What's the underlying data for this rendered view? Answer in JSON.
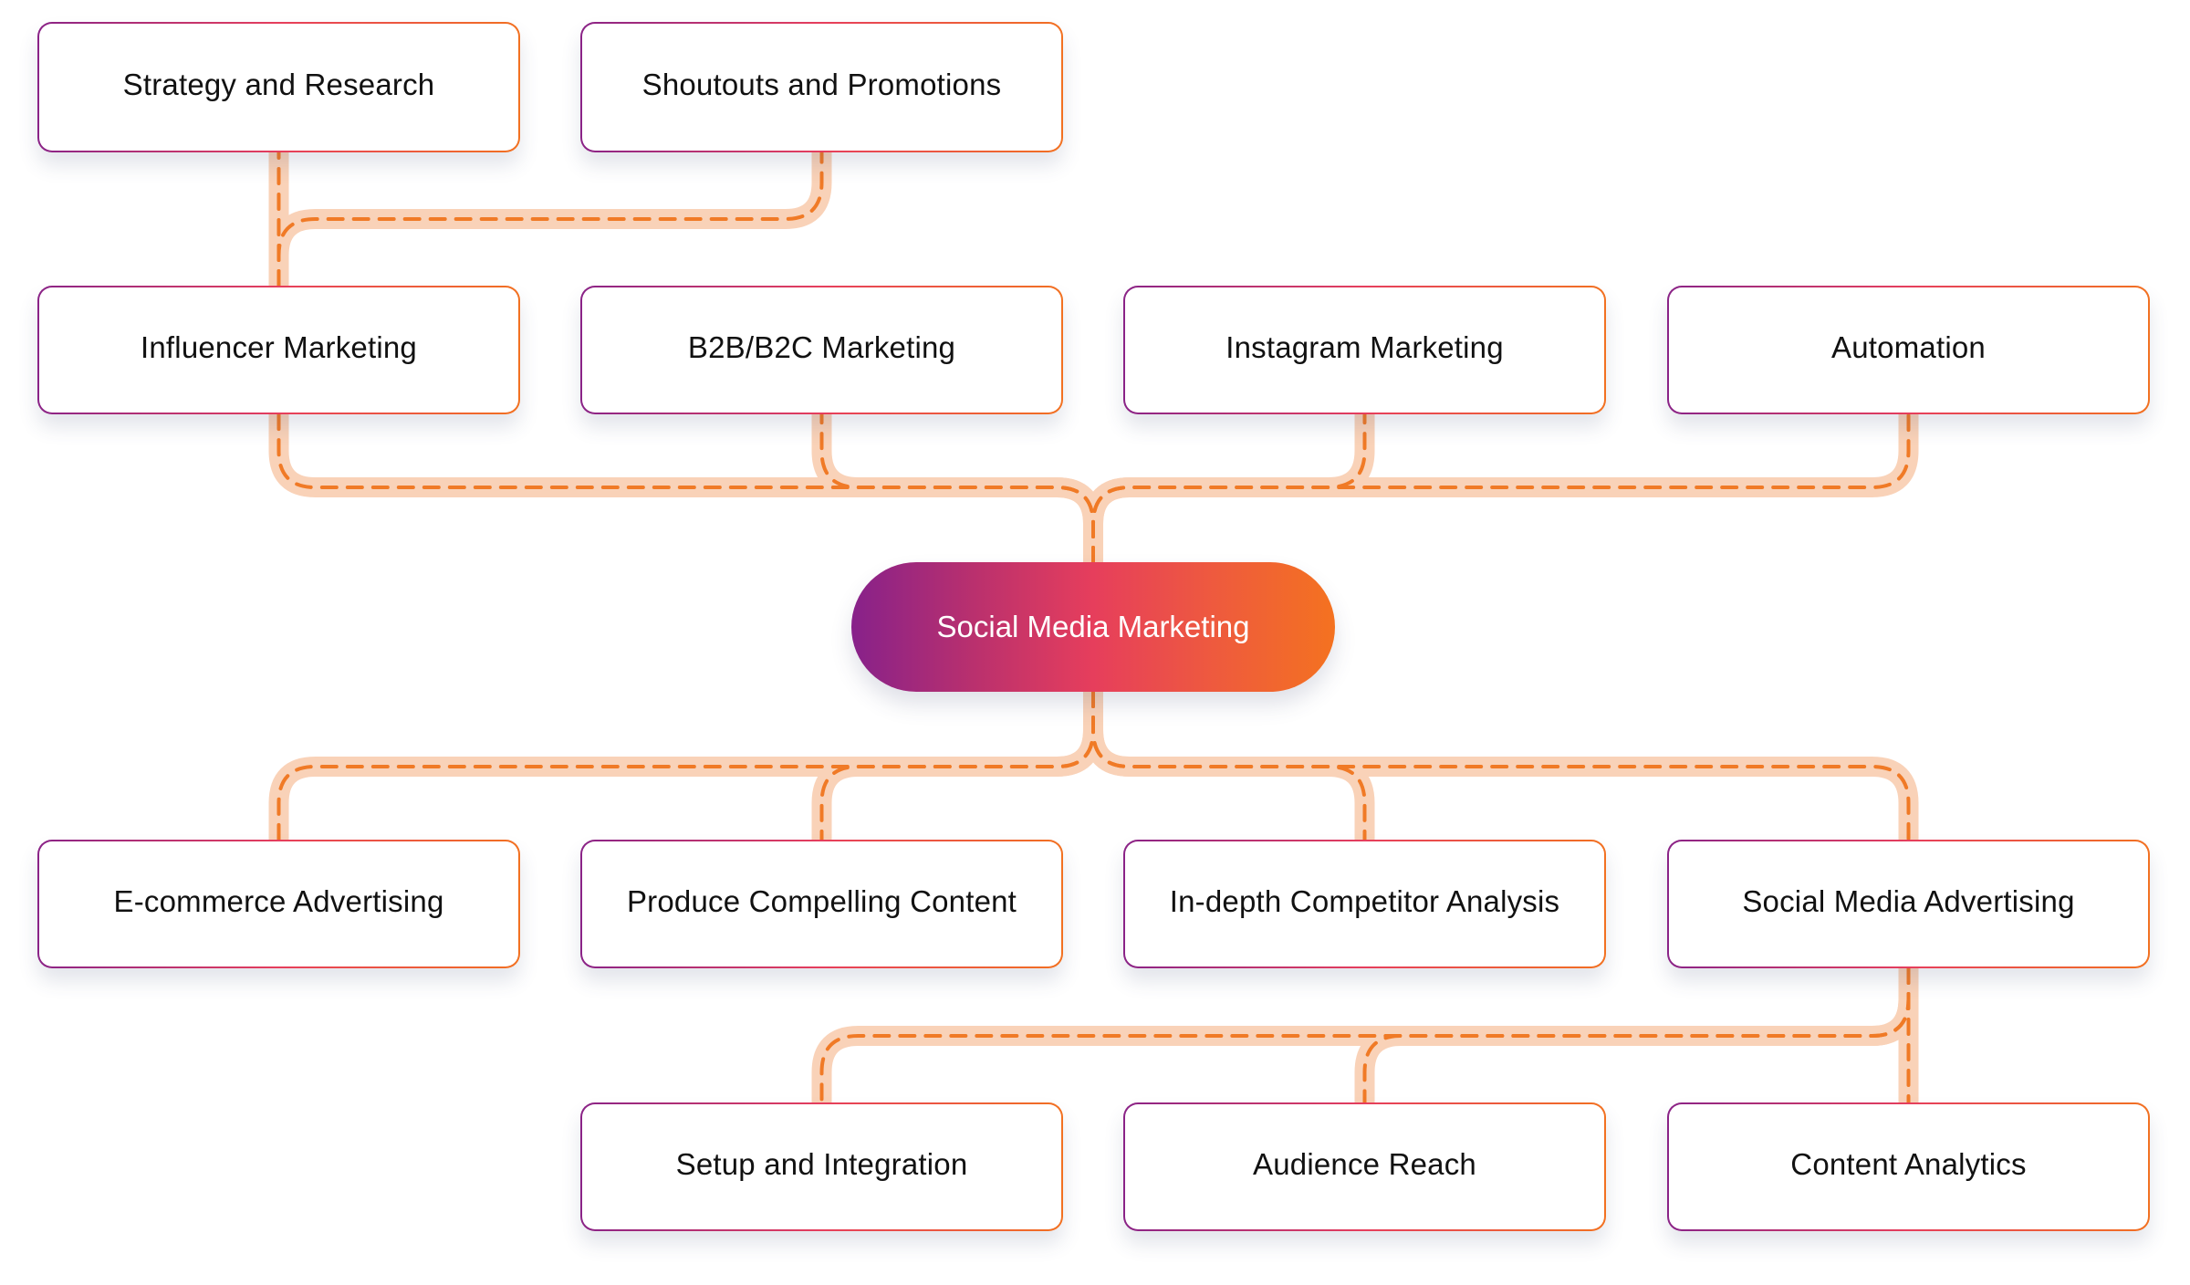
{
  "diagram": {
    "title": "Social Media Marketing mind map",
    "center": {
      "id": "center",
      "label": "Social Media Marketing"
    },
    "nodes": [
      {
        "id": "strategy",
        "label": "Strategy and Research"
      },
      {
        "id": "shoutouts",
        "label": "Shoutouts and Promotions"
      },
      {
        "id": "influencer",
        "label": "Influencer Marketing"
      },
      {
        "id": "b2b",
        "label": "B2B/B2C Marketing"
      },
      {
        "id": "instagram",
        "label": "Instagram Marketing"
      },
      {
        "id": "automation",
        "label": "Automation"
      },
      {
        "id": "ecommerce",
        "label": "E-commerce Advertising"
      },
      {
        "id": "content",
        "label": "Produce Compelling Content"
      },
      {
        "id": "competitor",
        "label": "In-depth Competitor Analysis"
      },
      {
        "id": "sma",
        "label": "Social Media Advertising"
      },
      {
        "id": "setup",
        "label": "Setup and Integration"
      },
      {
        "id": "reach",
        "label": "Audience Reach"
      },
      {
        "id": "analytics",
        "label": "Content Analytics"
      }
    ],
    "edges": [
      {
        "from": "center",
        "to": "influencer"
      },
      {
        "from": "center",
        "to": "b2b"
      },
      {
        "from": "center",
        "to": "instagram"
      },
      {
        "from": "center",
        "to": "automation"
      },
      {
        "from": "center",
        "to": "ecommerce"
      },
      {
        "from": "center",
        "to": "content"
      },
      {
        "from": "center",
        "to": "competitor"
      },
      {
        "from": "center",
        "to": "sma"
      },
      {
        "from": "influencer",
        "to": "strategy"
      },
      {
        "from": "influencer",
        "to": "shoutouts"
      },
      {
        "from": "sma",
        "to": "setup"
      },
      {
        "from": "sma",
        "to": "reach"
      },
      {
        "from": "sma",
        "to": "analytics"
      }
    ],
    "colors": {
      "gradient_start": "#87218a",
      "gradient_mid": "#e63e5c",
      "gradient_end": "#f47220",
      "connector": "#f9d2b8",
      "connector_dash": "#f07a26",
      "node_text": "#111111",
      "center_text": "#ffffff"
    }
  }
}
